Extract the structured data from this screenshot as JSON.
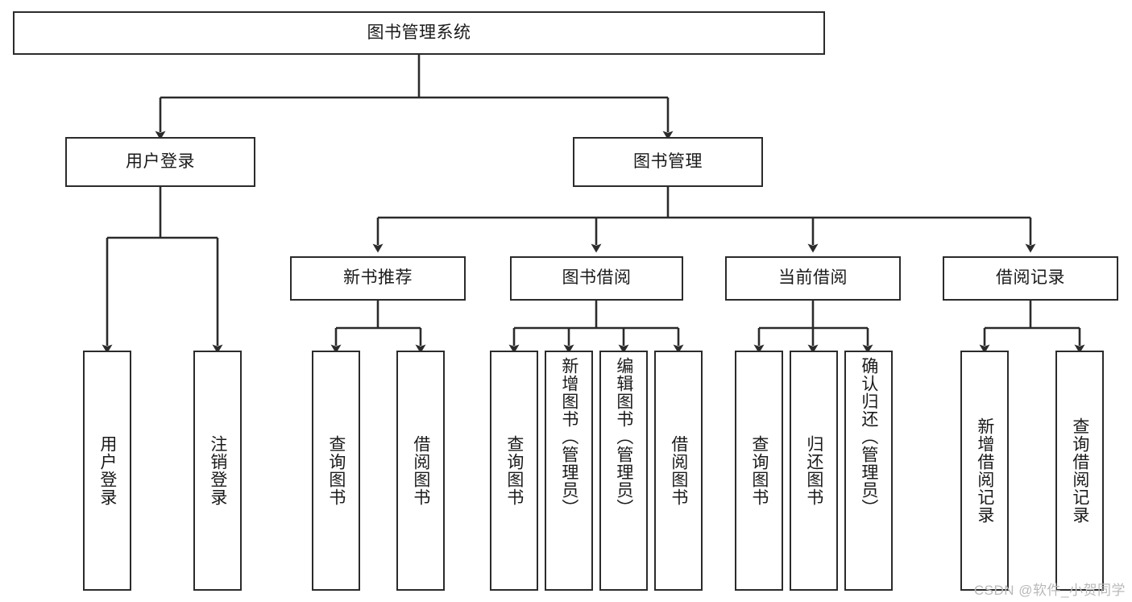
{
  "diagram": {
    "type": "tree-hierarchy-chart",
    "title": "图书管理系统",
    "watermark": "CSDN @软件_小贺同学",
    "colors": {
      "stroke": "#2b2b2b",
      "fill": "#ffffff",
      "text": "#1a1a1a",
      "watermark": "#b9b9b9"
    },
    "nodes": {
      "root": {
        "label": "图书管理系统"
      },
      "level2": [
        {
          "id": "user-login",
          "label": "用户登录"
        },
        {
          "id": "book-manage",
          "label": "图书管理"
        }
      ],
      "level3": [
        {
          "id": "new-book-recommend",
          "label": "新书推荐"
        },
        {
          "id": "book-borrow",
          "label": "图书借阅"
        },
        {
          "id": "current-borrow",
          "label": "当前借阅"
        },
        {
          "id": "borrow-record",
          "label": "借阅记录"
        }
      ],
      "leaves": [
        {
          "id": "leaf-user-login",
          "label": "用户登录",
          "parent": "user-login"
        },
        {
          "id": "leaf-logout-login",
          "label": "注销登录",
          "parent": "user-login"
        },
        {
          "id": "leaf-query-book-1",
          "label": "查询图书",
          "parent": "new-book-recommend"
        },
        {
          "id": "leaf-borrow-book-1",
          "label": "借阅图书",
          "parent": "new-book-recommend"
        },
        {
          "id": "leaf-query-book-2",
          "label": "查询图书",
          "parent": "book-borrow"
        },
        {
          "id": "leaf-add-book",
          "label": "新增图书（管理员）",
          "parent": "book-borrow"
        },
        {
          "id": "leaf-edit-book",
          "label": "编辑图书（管理员）",
          "parent": "book-borrow"
        },
        {
          "id": "leaf-borrow-book-2",
          "label": "借阅图书",
          "parent": "book-borrow"
        },
        {
          "id": "leaf-query-book-3",
          "label": "查询图书",
          "parent": "current-borrow"
        },
        {
          "id": "leaf-return-book",
          "label": "归还图书",
          "parent": "current-borrow"
        },
        {
          "id": "leaf-confirm-return",
          "label": "确认归还（管理员）",
          "parent": "current-borrow"
        },
        {
          "id": "leaf-add-record",
          "label": "新增借阅记录",
          "parent": "borrow-record"
        },
        {
          "id": "leaf-query-record",
          "label": "查询借阅记录",
          "parent": "borrow-record"
        }
      ]
    }
  }
}
